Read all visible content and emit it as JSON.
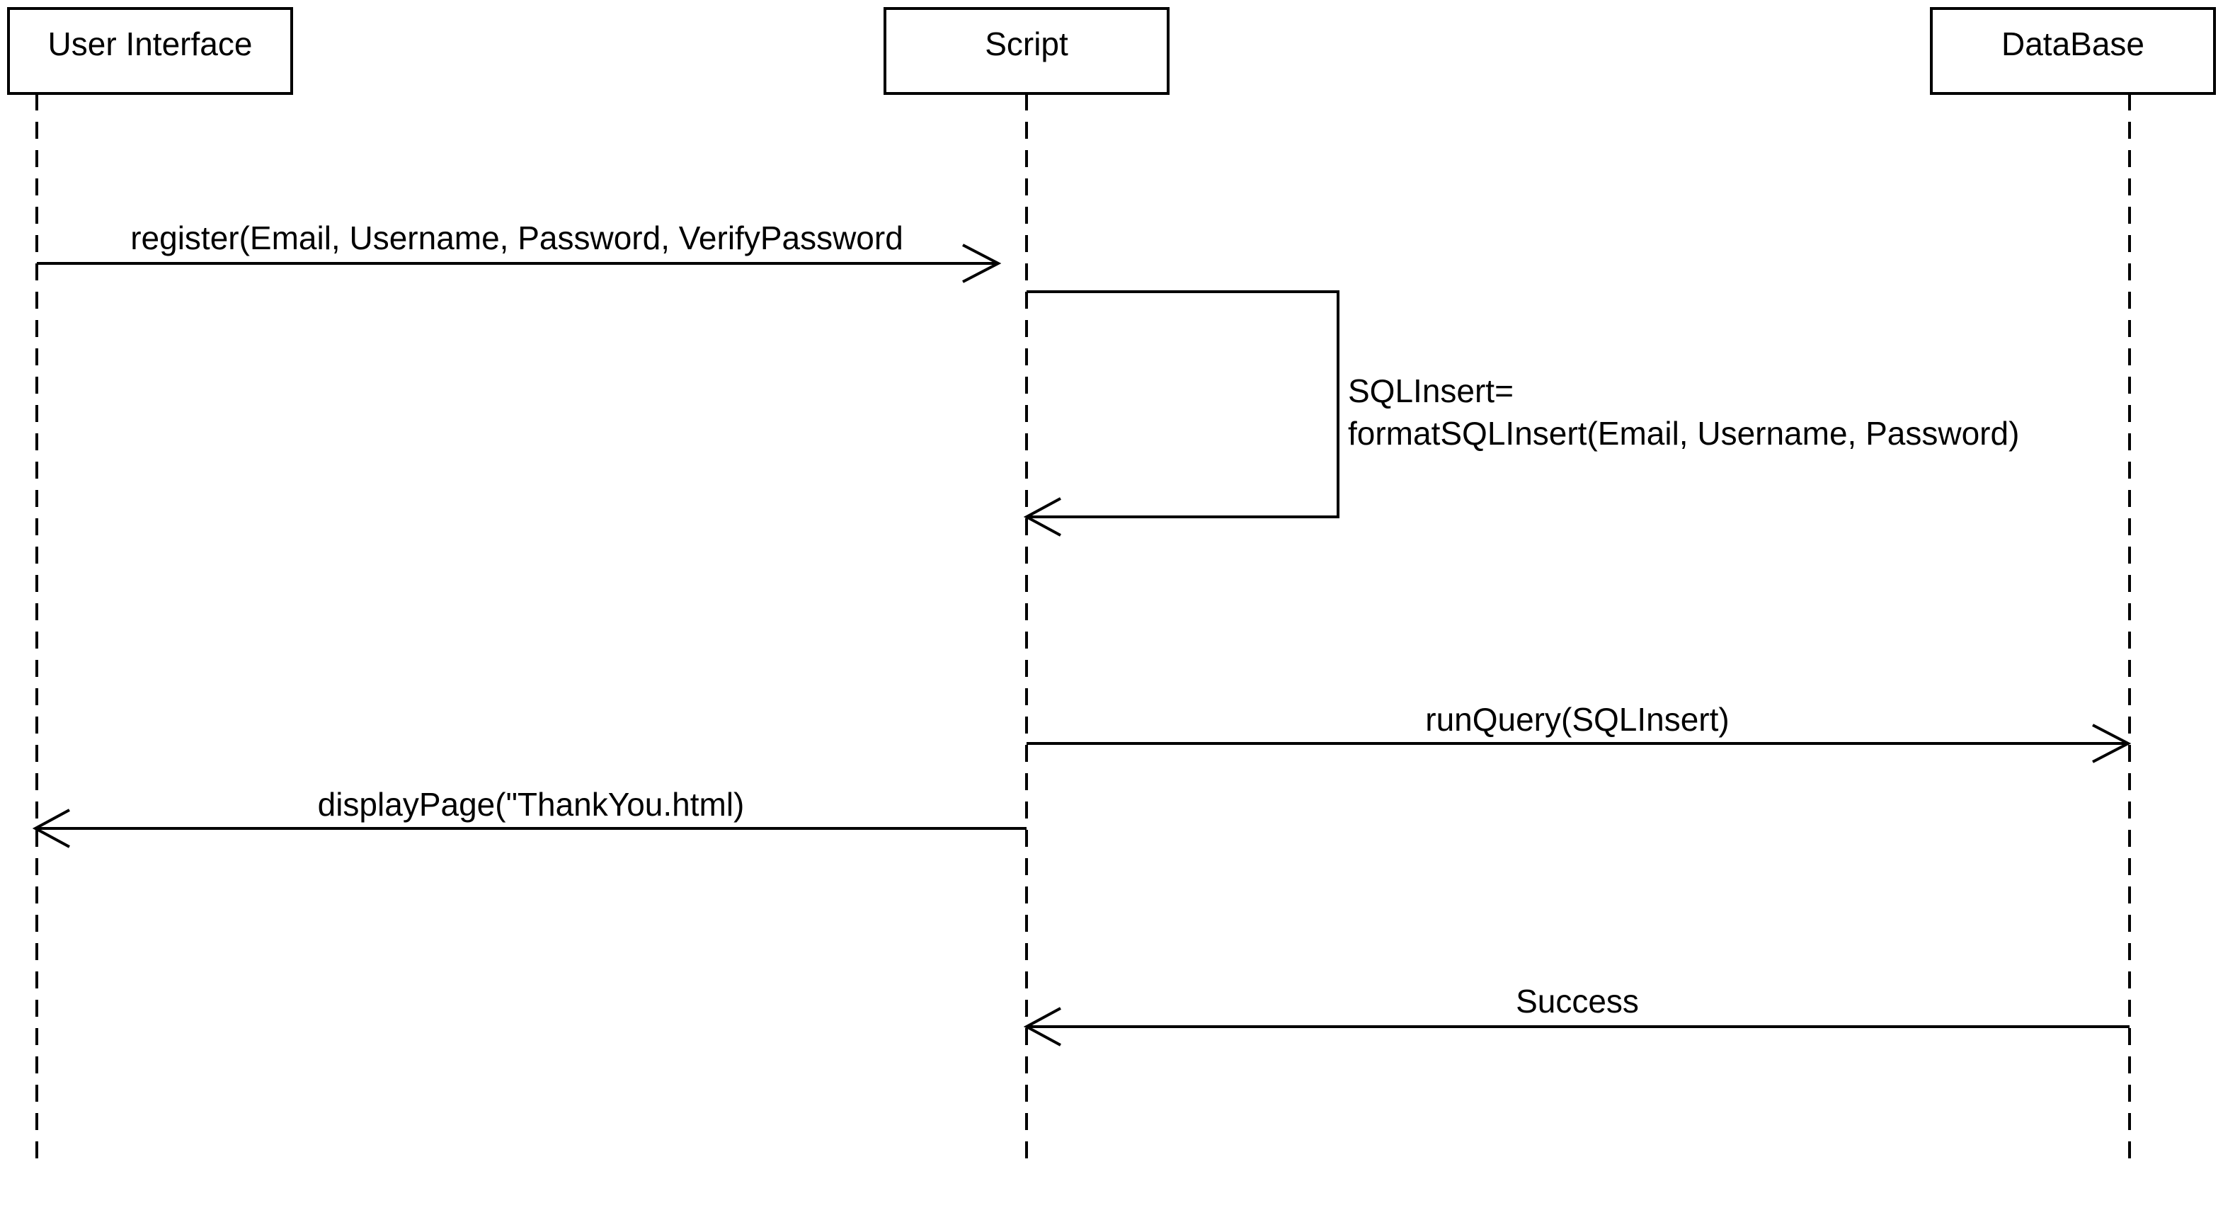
{
  "participants": [
    {
      "id": "ui",
      "label": "User Interface"
    },
    {
      "id": "script",
      "label": "Script"
    },
    {
      "id": "db",
      "label": "DataBase"
    }
  ],
  "messages": [
    {
      "id": "register",
      "from": "ui",
      "to": "script",
      "kind": "call",
      "label": "register(Email, Username, Password, VerifyPassword"
    },
    {
      "id": "format",
      "from": "script",
      "to": "script",
      "kind": "self",
      "label_lines": [
        "SQLInsert=",
        "formatSQLInsert(Email, Username, Password)"
      ]
    },
    {
      "id": "runquery",
      "from": "script",
      "to": "db",
      "kind": "call",
      "label": "runQuery(SQLInsert)"
    },
    {
      "id": "display",
      "from": "script",
      "to": "ui",
      "kind": "call",
      "label": "displayPage(\"ThankYou.html)"
    },
    {
      "id": "success",
      "from": "db",
      "to": "script",
      "kind": "return",
      "label": "Success"
    }
  ]
}
